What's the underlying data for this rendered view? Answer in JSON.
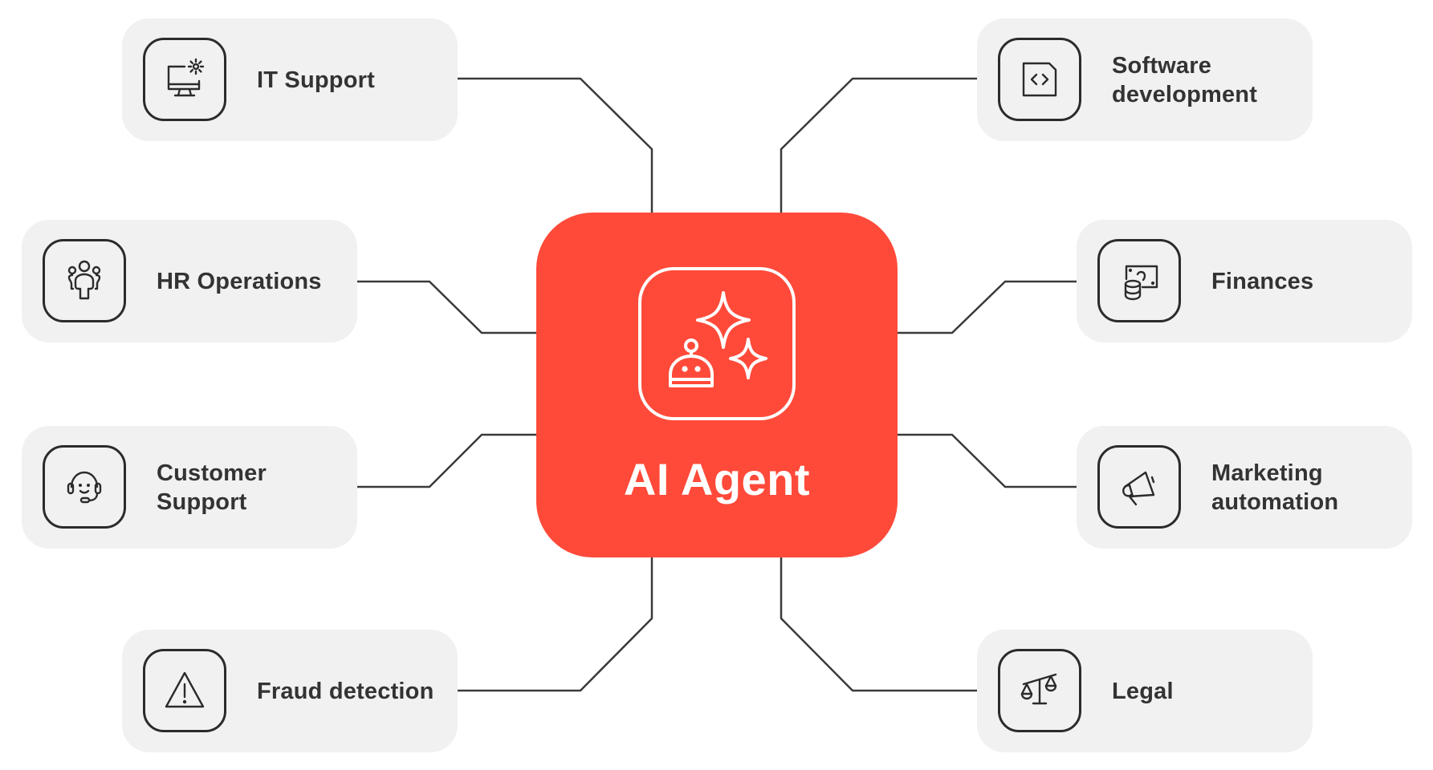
{
  "hub": {
    "title": "AI Agent",
    "icon": "robot-sparkles-icon",
    "color": "#ff4a3a"
  },
  "colors": {
    "card_bg": "#f1f1f1",
    "text": "#333333",
    "line": "#3a3a3a",
    "icon_stroke": "#2b2b2b"
  },
  "nodes": [
    {
      "id": "it-support",
      "label": "IT Support",
      "icon": "monitor-gear-icon",
      "side": "left",
      "row": 0
    },
    {
      "id": "hr-operations",
      "label": "HR Operations",
      "icon": "people-group-icon",
      "side": "left",
      "row": 1
    },
    {
      "id": "customer-support",
      "label": "Customer\nSupport",
      "icon": "headset-agent-icon",
      "side": "left",
      "row": 2
    },
    {
      "id": "fraud-detection",
      "label": "Fraud detection",
      "icon": "warning-triangle-icon",
      "side": "left",
      "row": 3
    },
    {
      "id": "software-development",
      "label": "Software\ndevelopment",
      "icon": "code-file-icon",
      "side": "right",
      "row": 0
    },
    {
      "id": "finances",
      "label": "Finances",
      "icon": "money-coins-icon",
      "side": "right",
      "row": 1
    },
    {
      "id": "marketing-automation",
      "label": "Marketing\nautomation",
      "icon": "megaphone-icon",
      "side": "right",
      "row": 2
    },
    {
      "id": "legal",
      "label": "Legal",
      "icon": "scales-icon",
      "side": "right",
      "row": 3
    }
  ]
}
